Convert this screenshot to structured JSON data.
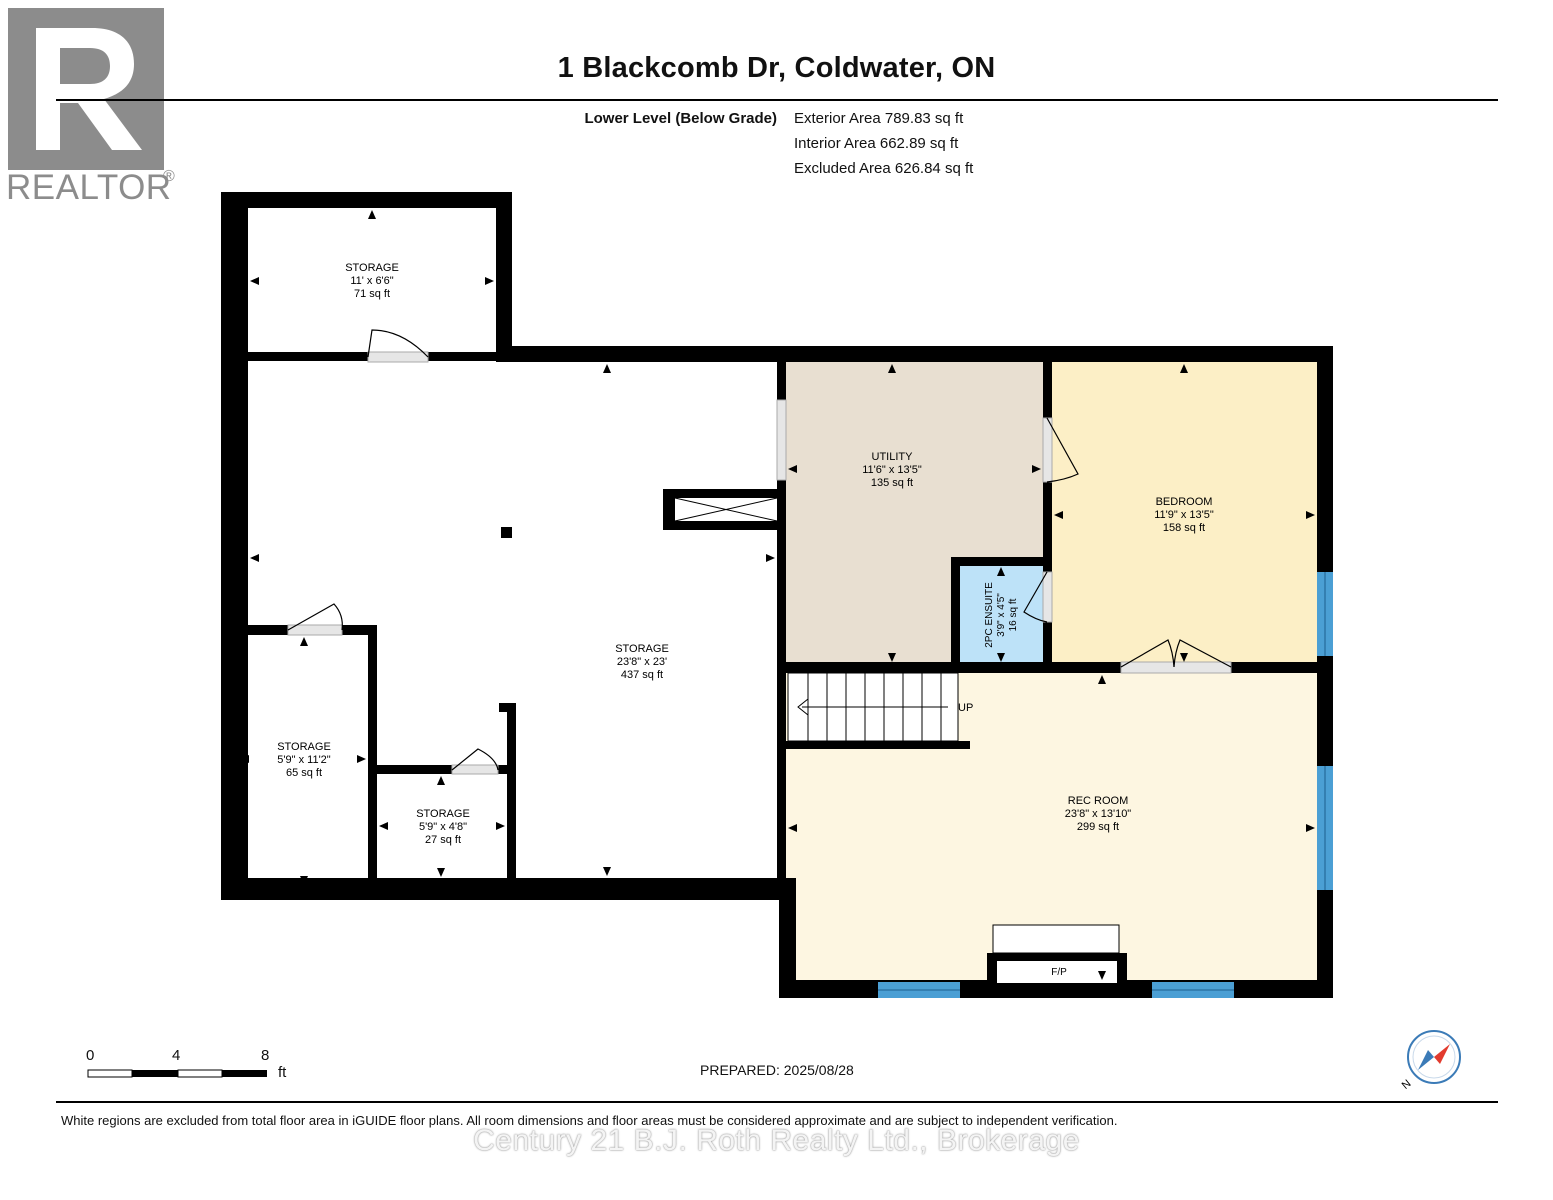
{
  "header": {
    "title": "1 Blackcomb Dr, Coldwater, ON",
    "level_label": "Lower Level (Below Grade)",
    "exterior_area": "Exterior Area 789.83 sq ft",
    "interior_area": "Interior Area 662.89 sq ft",
    "excluded_area": "Excluded Area 626.84 sq ft"
  },
  "logo": {
    "word": "REALTOR",
    "reg": "®"
  },
  "rooms": {
    "storage_top": {
      "name": "STORAGE",
      "dims": "11' x 6'6\"",
      "area": "71 sq ft"
    },
    "storage_main": {
      "name": "STORAGE",
      "dims": "23'8\" x 23'",
      "area": "437 sq ft"
    },
    "storage_left": {
      "name": "STORAGE",
      "dims": "5'9\" x 11'2\"",
      "area": "65 sq ft"
    },
    "storage_small": {
      "name": "STORAGE",
      "dims": "5'9\" x 4'8\"",
      "area": "27 sq ft"
    },
    "utility": {
      "name": "UTILITY",
      "dims": "11'6\" x 13'5\"",
      "area": "135 sq ft"
    },
    "bedroom": {
      "name": "BEDROOM",
      "dims": "11'9\" x 13'5\"",
      "area": "158 sq ft"
    },
    "ensuite": {
      "name": "2PC ENSUITE",
      "dims": "3'9\" x 4'5\"",
      "area": "16 sq ft"
    },
    "rec_room": {
      "name": "REC ROOM",
      "dims": "23'8\" x 13'10\"",
      "area": "299 sq ft"
    }
  },
  "labels": {
    "stairs": "UP",
    "fireplace": "F/P"
  },
  "colors": {
    "utility": "#e8dfd1",
    "bedroom": "#fcefc6",
    "ensuite": "#bde2f8",
    "rec_room": "#fdf6e1",
    "window": "#4b9fd4"
  },
  "scale": {
    "ticks": [
      "0",
      "4",
      "8"
    ],
    "unit": "ft"
  },
  "compass": {
    "letter": "N"
  },
  "footer": {
    "prepared": "PREPARED: 2025/08/28",
    "disclaimer": "White regions are excluded from total floor area in iGUIDE floor plans. All room dimensions and floor areas must be considered approximate and are subject to independent verification.",
    "brokerage": "Century 21 B.J. Roth Realty Ltd., Brokerage"
  }
}
